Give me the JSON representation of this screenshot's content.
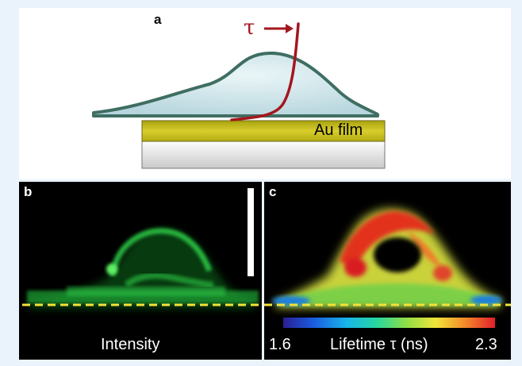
{
  "panel_a": {
    "letter": "a",
    "tau_arrow_label": "τ",
    "substrate_label": "Au film",
    "colors": {
      "cell_fill": "#c9e2ea",
      "cell_outline": "#3f6e62",
      "curve": "#a4161e",
      "gold": "#c2b81a"
    }
  },
  "panel_b": {
    "letter": "b",
    "caption": "Intensity",
    "colors": {
      "signal": "#2fd14a",
      "surface_line": "#f2e23a"
    }
  },
  "panel_c": {
    "letter": "c",
    "colorbar_min": "1.6",
    "colorbar_max": "2.3",
    "colorbar_label": "Lifetime τ (ns)"
  }
}
